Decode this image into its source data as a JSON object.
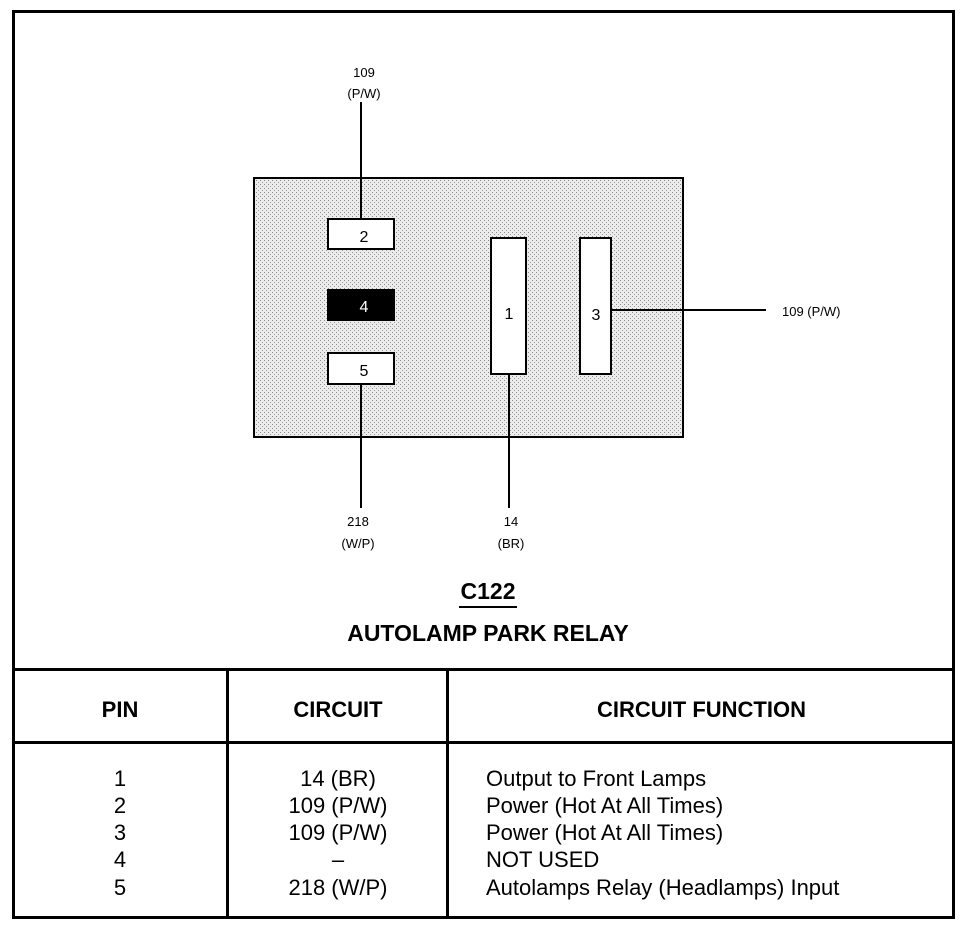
{
  "diagram": {
    "wires": {
      "top_pin2": {
        "circuit": "109",
        "color": "(P/W)"
      },
      "right_pin3": {
        "label": "109 (P/W)"
      },
      "bottom_pin5": {
        "circuit": "218",
        "color": "(W/P)"
      },
      "bottom_pin1": {
        "circuit": "14",
        "color": "(BR)"
      }
    },
    "pins": {
      "p1": "1",
      "p2": "2",
      "p3": "3",
      "p4": "4",
      "p5": "5"
    },
    "connector_id": "C122",
    "connector_name": "AUTOLAMP PARK RELAY"
  },
  "table": {
    "headers": {
      "pin": "PIN",
      "circuit": "CIRCUIT",
      "function": "CIRCUIT FUNCTION"
    },
    "rows": [
      {
        "pin": "1",
        "circuit": "14 (BR)",
        "function": "Output to Front Lamps"
      },
      {
        "pin": "2",
        "circuit": "109 (P/W)",
        "function": "Power (Hot At All Times)"
      },
      {
        "pin": "3",
        "circuit": "109 (P/W)",
        "function": "Power (Hot At All Times)"
      },
      {
        "pin": "4",
        "circuit": "–",
        "function": "NOT USED"
      },
      {
        "pin": "5",
        "circuit": "218 (W/P)",
        "function": "Autolamps Relay (Headlamps) Input"
      }
    ]
  },
  "colors": {
    "stipple": "#d9d9d9",
    "ink": "#000000",
    "paper": "#ffffff"
  }
}
